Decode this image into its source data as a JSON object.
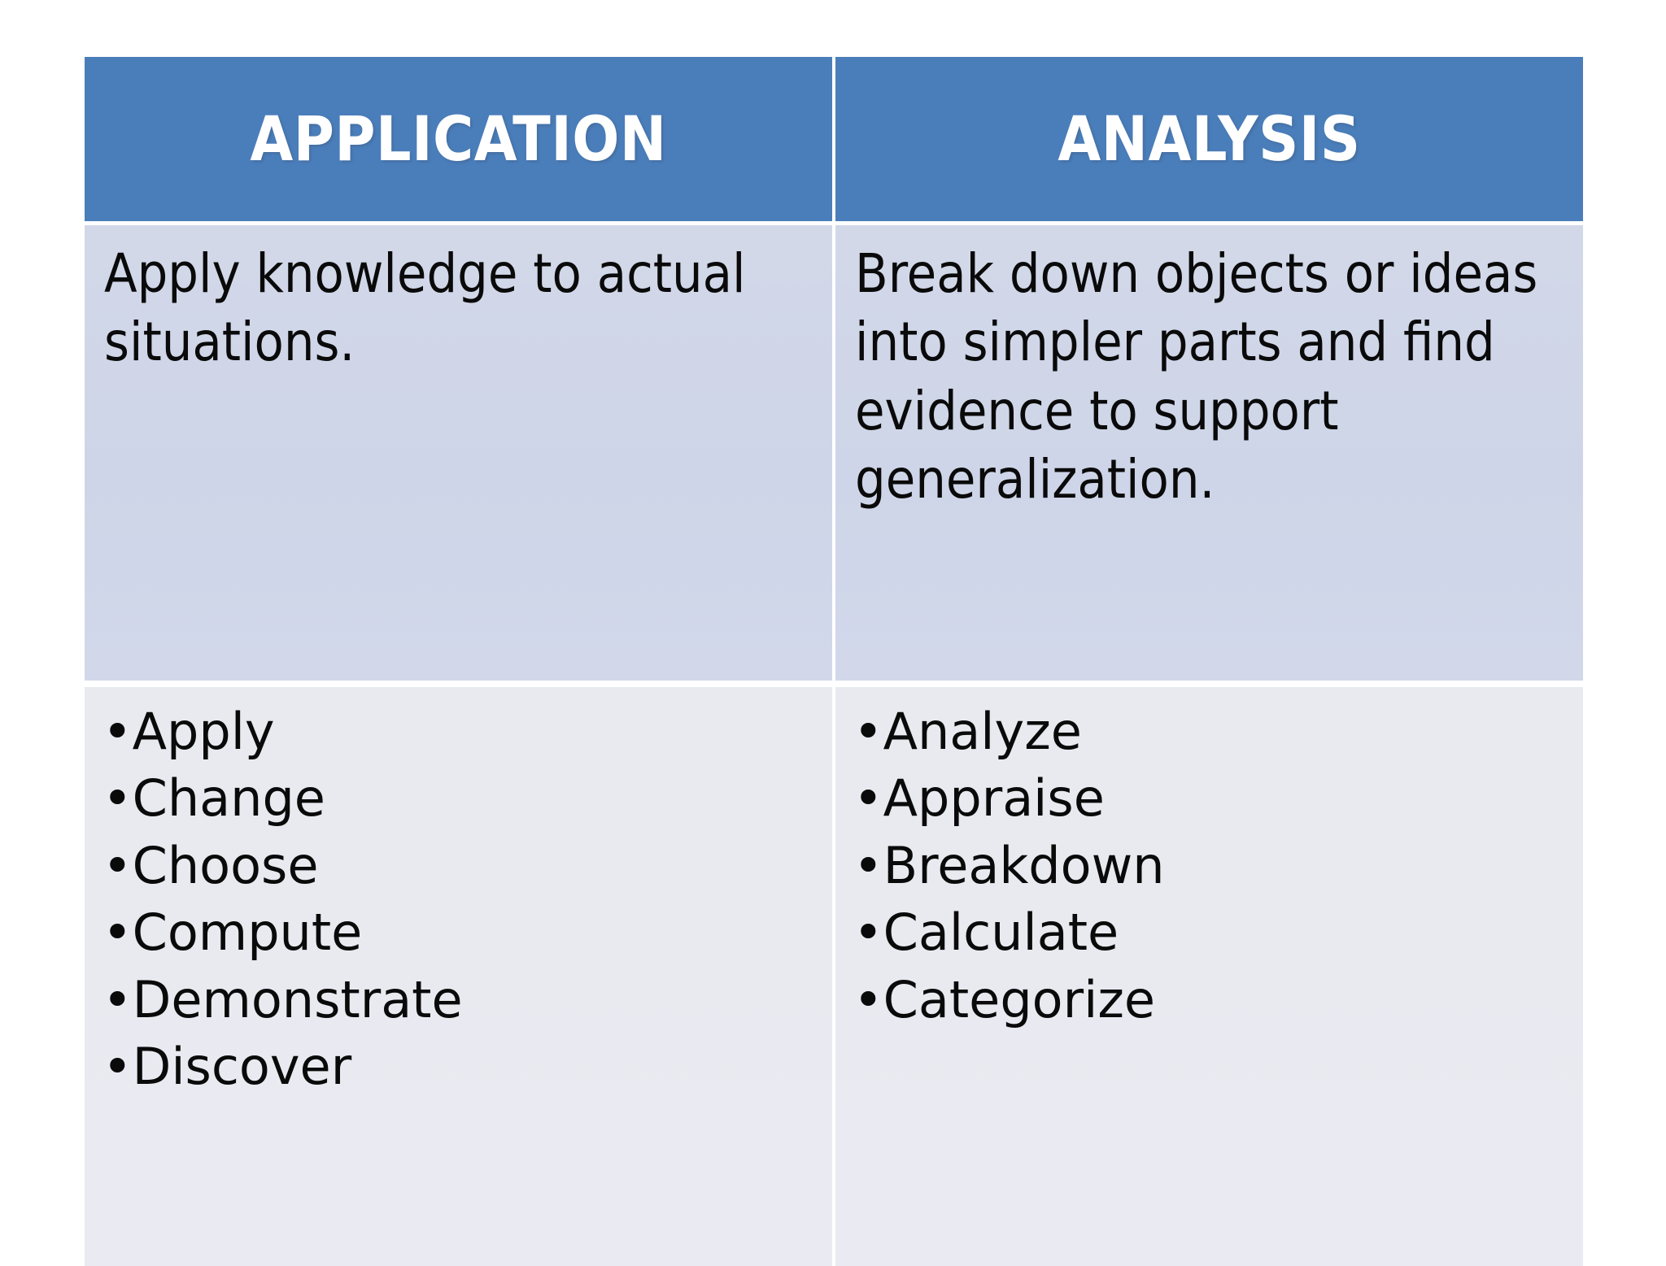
{
  "slide": {
    "background_color": "#ffffff",
    "header_color": "#4a7ebb",
    "header_text_color": "#ffffff",
    "description_row_color": "#ced5e8",
    "verbs_row_color": "#e9eaf0",
    "body_text_color": "#0a0a0a"
  },
  "table": {
    "columns": [
      {
        "header": "APPLICATION",
        "description": "Apply knowledge to actual situations.",
        "bullet_glyph": "•",
        "verbs": [
          "Apply",
          "Change",
          "Choose",
          "Compute",
          "Demonstrate",
          "Discover"
        ]
      },
      {
        "header": "ANALYSIS",
        "description": "Break down objects or ideas into simpler parts and find evidence to support generalization.",
        "bullet_glyph": "•",
        "verbs": [
          "Analyze",
          "Appraise",
          "Breakdown",
          "Calculate",
          "Categorize"
        ]
      }
    ]
  }
}
